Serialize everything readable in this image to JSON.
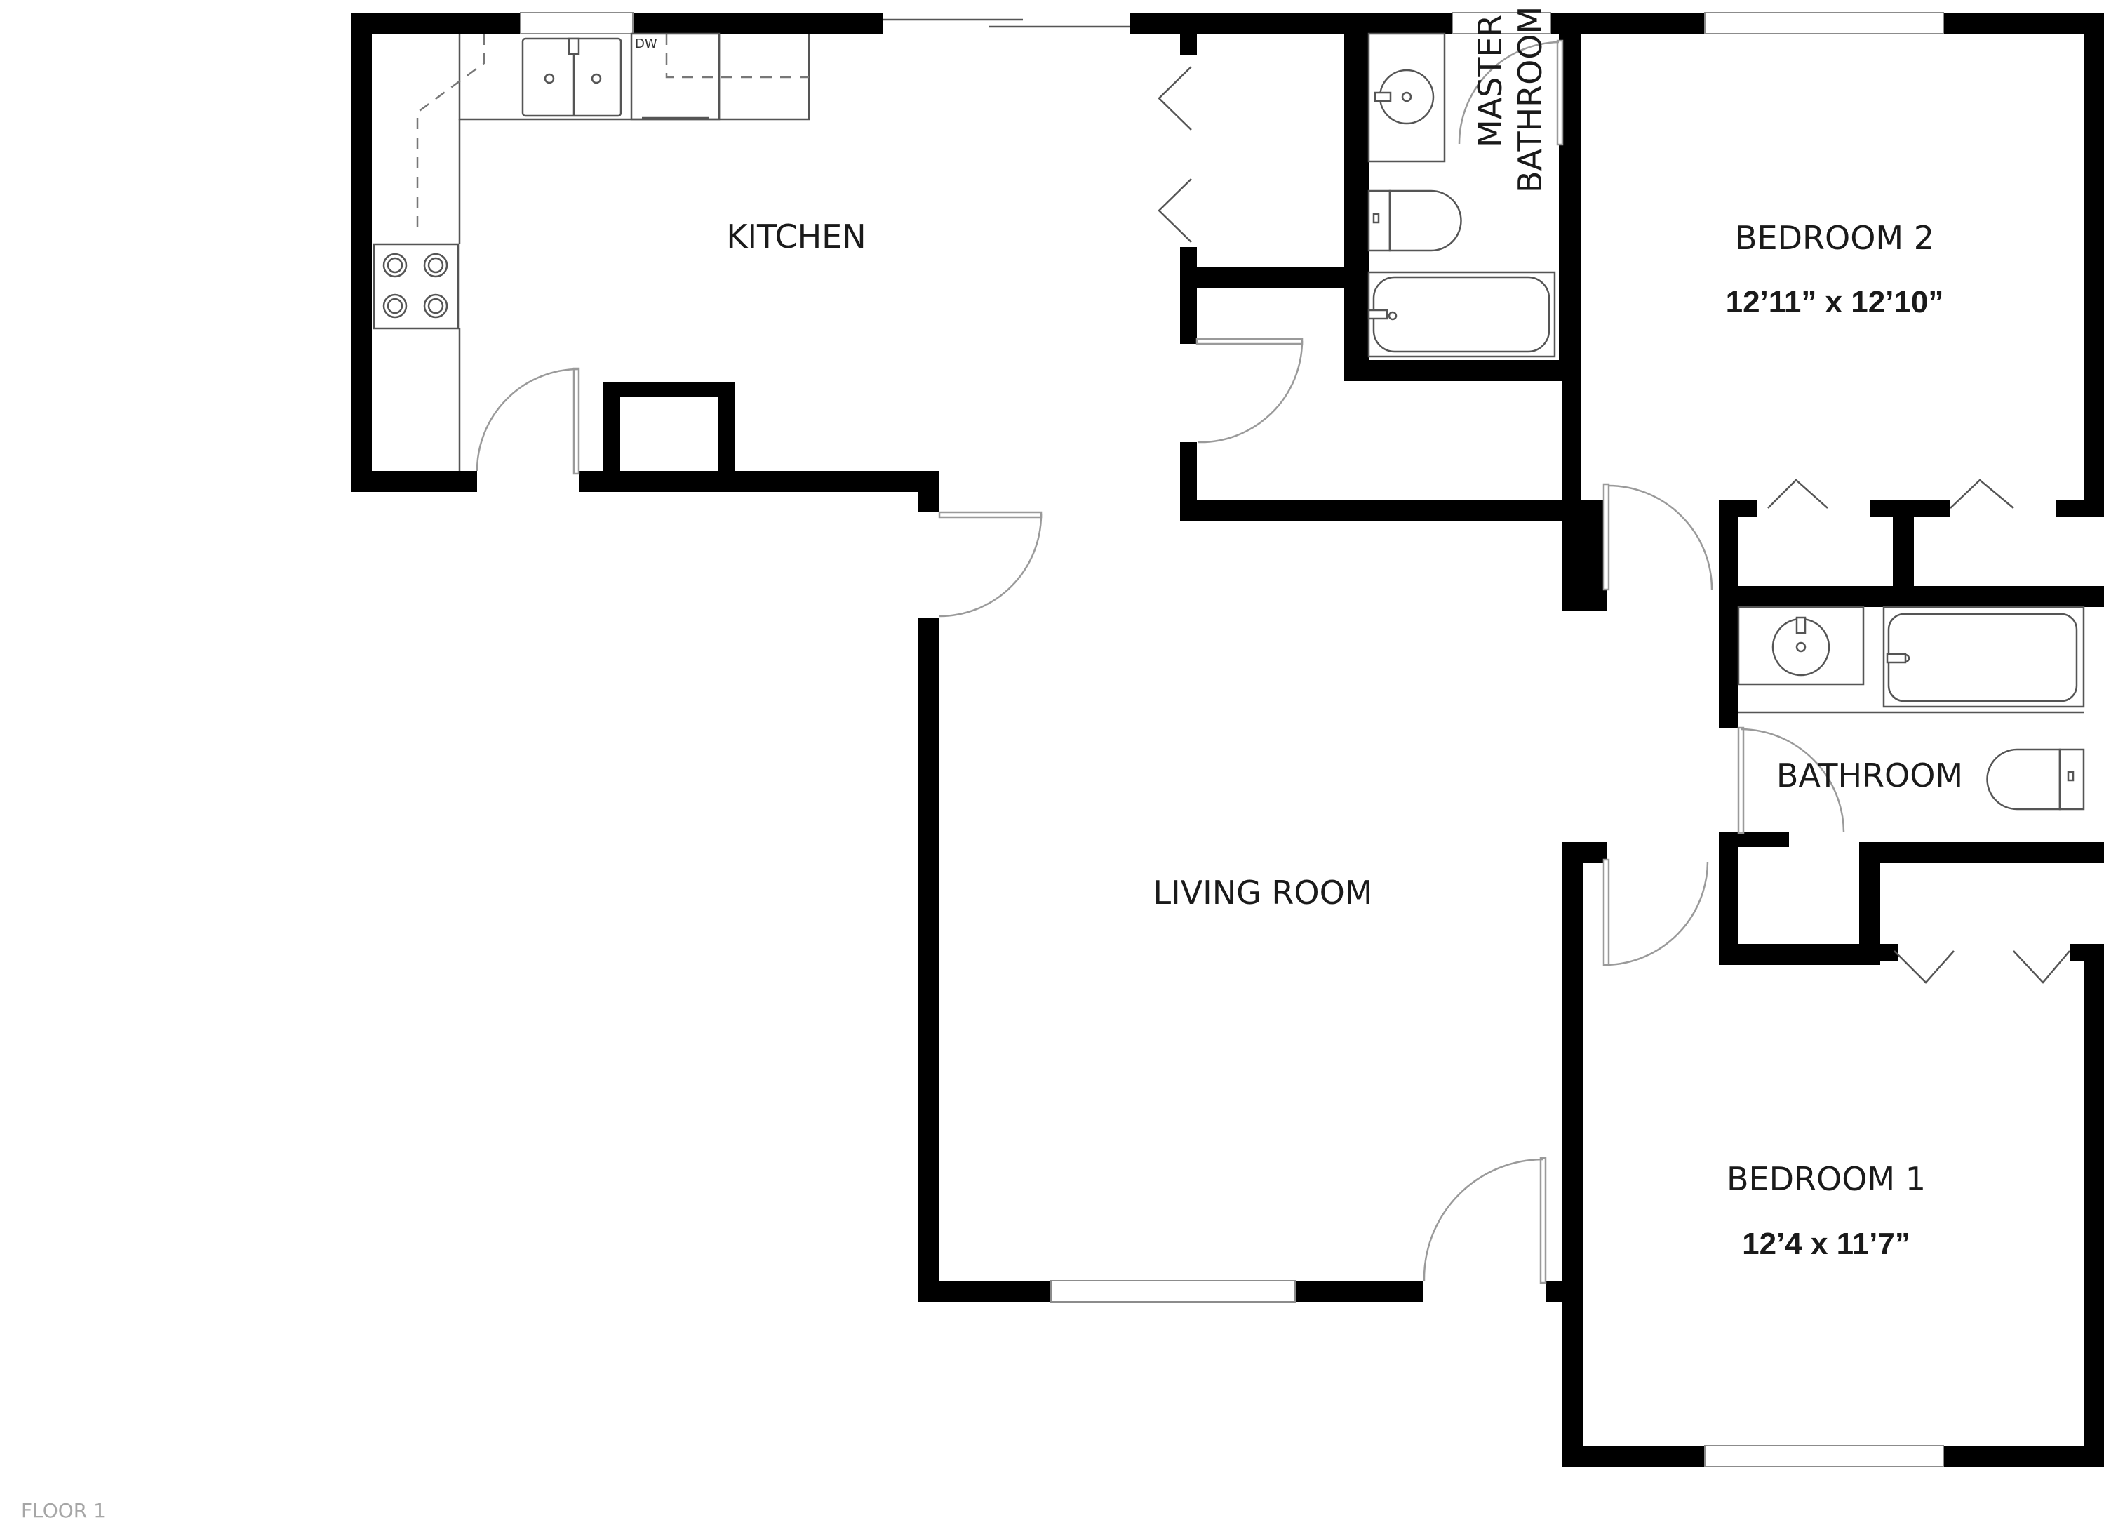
{
  "floor_label": "FLOOR 1",
  "rooms": {
    "kitchen": {
      "name": "KITCHEN"
    },
    "living_room": {
      "name": "LIVING ROOM"
    },
    "master_bathroom": {
      "name_line1": "MASTER",
      "name_line2": "BATHROOM"
    },
    "bedroom_2": {
      "name": "BEDROOM 2",
      "dimensions": "12’11” x 12’10”"
    },
    "bathroom": {
      "name": "BATHROOM"
    },
    "bedroom_1": {
      "name": "BEDROOM 1",
      "dimensions": "12’4 x 11’7”"
    }
  },
  "appliances": {
    "dishwasher": "DW"
  },
  "colors": {
    "wall": "#000000",
    "background": "#ffffff",
    "fixture_line": "#555555"
  }
}
